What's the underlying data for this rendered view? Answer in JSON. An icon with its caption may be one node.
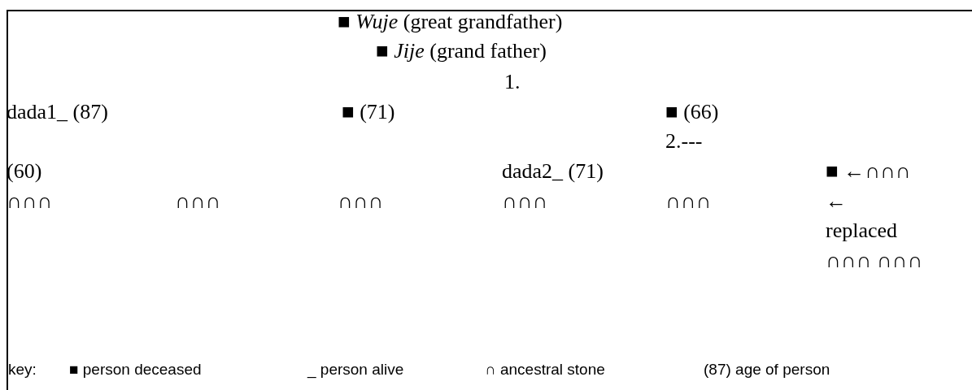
{
  "diagram": {
    "labels": [
      "■ *Wuje* (great grandfather)",
      "■ *Jije* (grand father)",
      "1.",
      "dada1_ (87)",
      "■ (71)",
      "■ (66)",
      "2.---",
      "(60)",
      "dada2_ (71)",
      "■ ←∩∩∩",
      "∩∩∩",
      "∩∩∩",
      "∩∩∩",
      "∩∩∩",
      "∩∩∩",
      "←",
      "replaced",
      "∩∩∩ ∩∩∩",
      "key:"
    ],
    "legend": [
      {
        "text": "■ person deceased"
      },
      {
        "text": "_ person alive"
      },
      {
        "text": "∩ ancestral stone"
      },
      {
        "text": "(87) age of person"
      }
    ]
  }
}
